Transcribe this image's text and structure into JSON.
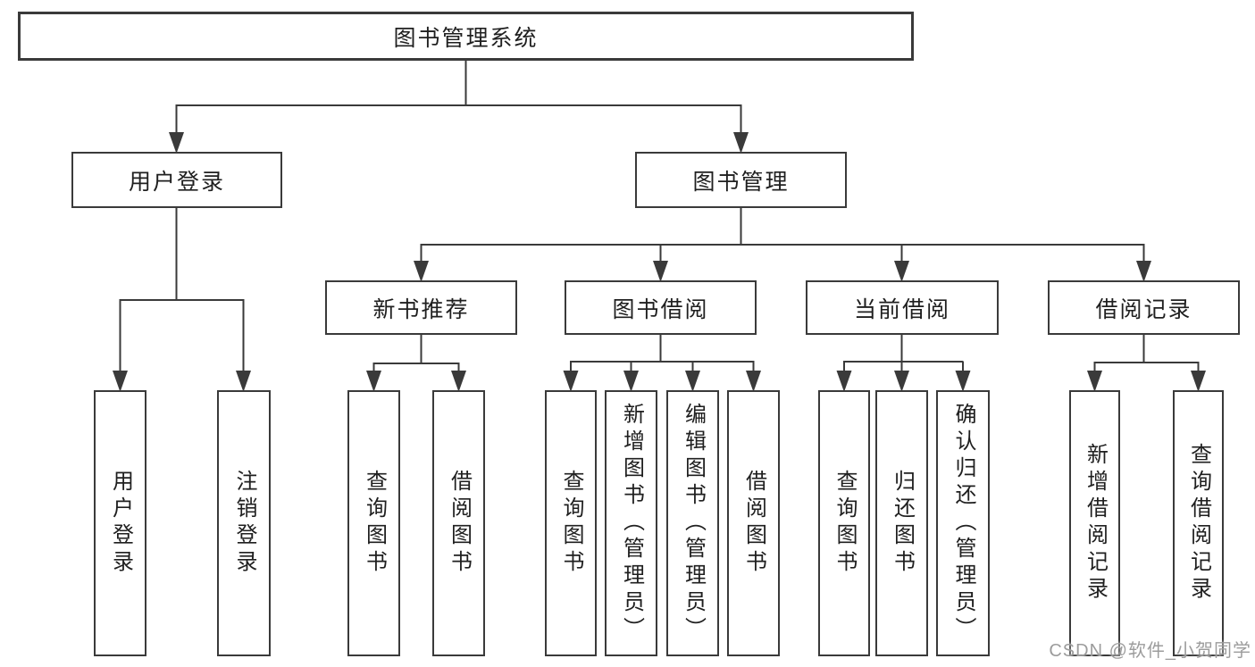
{
  "colors": {
    "line": "#3a3a3a",
    "box_border": "#3a3a3a",
    "box_fill": "#ffffff",
    "text": "#1f1f1f",
    "watermark": "#9c9c9c",
    "background": "#ffffff"
  },
  "watermark": {
    "text": "CSDN @软件_小贺同学"
  },
  "tree": {
    "label": "图书管理系统",
    "children": [
      {
        "label": "用户登录",
        "children": [
          {
            "label": "用户登录"
          },
          {
            "label": "注销登录"
          }
        ]
      },
      {
        "label": "图书管理",
        "children": [
          {
            "label": "新书推荐",
            "children": [
              {
                "label": "查询图书"
              },
              {
                "label": "借阅图书"
              }
            ]
          },
          {
            "label": "图书借阅",
            "children": [
              {
                "label": "查询图书"
              },
              {
                "label": "新增图书（管理员）"
              },
              {
                "label": "编辑图书（管理员）"
              },
              {
                "label": "借阅图书"
              }
            ]
          },
          {
            "label": "当前借阅",
            "children": [
              {
                "label": "查询图书"
              },
              {
                "label": "归还图书"
              },
              {
                "label": "确认归还（管理员）"
              }
            ]
          },
          {
            "label": "借阅记录",
            "children": [
              {
                "label": "新增借阅记录"
              },
              {
                "label": "查询借阅记录"
              }
            ]
          }
        ]
      }
    ]
  }
}
